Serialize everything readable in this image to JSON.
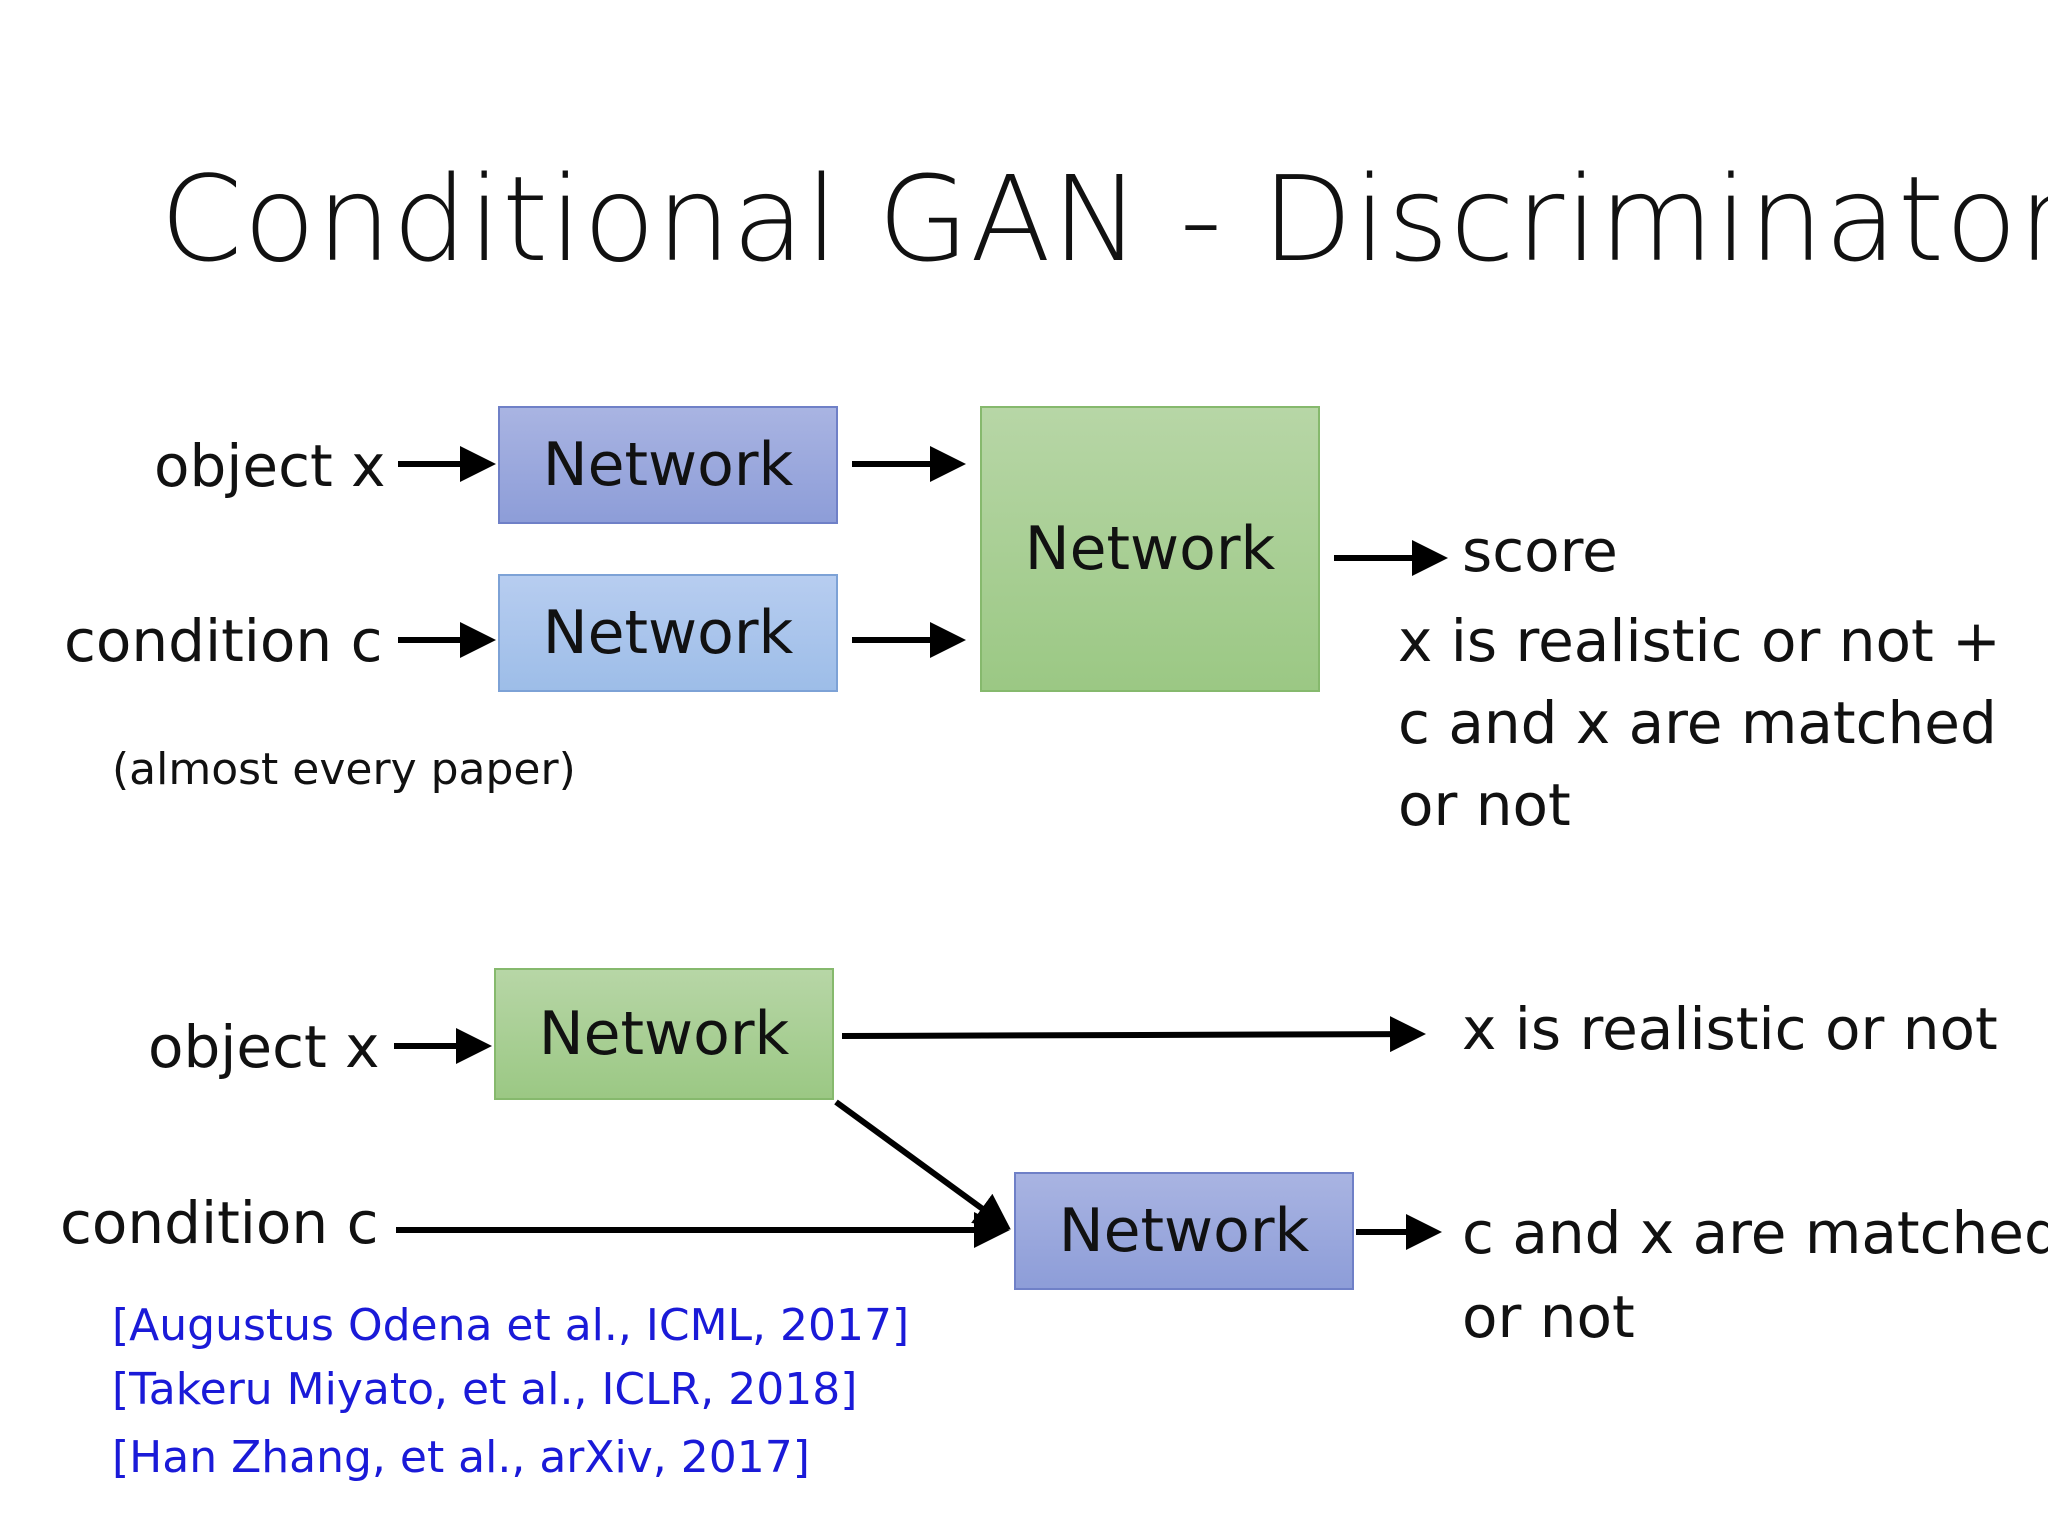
{
  "slide": {
    "title": "Conditional GAN - Discriminator"
  },
  "diagram1": {
    "input_object": "object x",
    "input_condition": "condition c",
    "net_object": "Network",
    "net_condition": "Network",
    "net_joint": "Network",
    "output_label": "score",
    "output_desc_line1": "x is realistic or not +",
    "output_desc_line2": "c and x are matched",
    "output_desc_line3": "or not",
    "note": "(almost every paper)",
    "colors": {
      "net_object": "#98a6dc",
      "net_condition": "#a9c5ec",
      "net_joint": "#a6ce91"
    }
  },
  "diagram2": {
    "input_object": "object x",
    "input_condition": "condition c",
    "net_object": "Network",
    "net_match": "Network",
    "output_realistic": "x is realistic or not",
    "output_match_line1": "c and x are matched",
    "output_match_line2": "or not",
    "colors": {
      "net_object": "#a6ce91",
      "net_match": "#98a6dc"
    }
  },
  "references": [
    "[Augustus Odena et al., ICML, 2017]",
    "[Takeru Miyato, et al., ICLR, 2018]",
    "[Han Zhang, et al., arXiv, 2017]"
  ],
  "colors": {
    "reference_text": "#1a1ad8",
    "arrow": "#000000"
  }
}
